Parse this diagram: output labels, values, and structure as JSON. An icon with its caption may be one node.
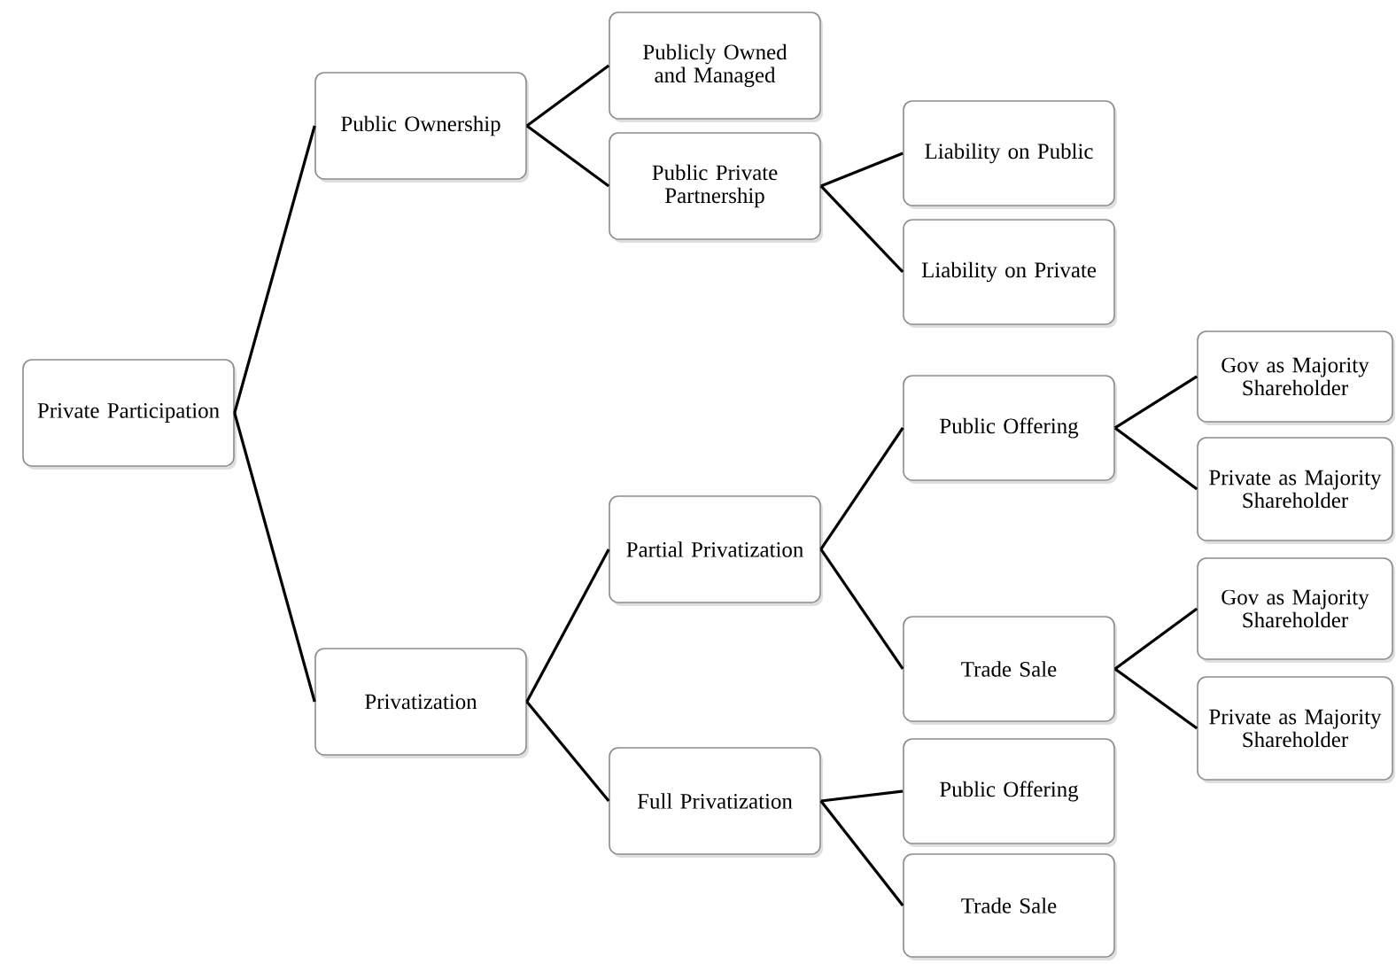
{
  "diagram": {
    "nodes": [
      {
        "text": [
          "Private Participation"
        ]
      },
      {
        "text": [
          "Public Ownership"
        ]
      },
      {
        "text": [
          "Publicly Owned and Managed"
        ]
      },
      {
        "text": [
          "Public Private Partnership"
        ]
      },
      {
        "text": [
          "Liability on Public"
        ]
      },
      {
        "text": [
          "Liability on Private"
        ]
      },
      {
        "text": [
          "Privatization"
        ]
      },
      {
        "text": [
          "Partial Privatization"
        ]
      },
      {
        "text": [
          "Public Offering"
        ]
      },
      {
        "text": [
          "Gov as Majority Shareholder"
        ]
      },
      {
        "text": [
          "Private as Majority Shareholder"
        ]
      },
      {
        "text": [
          "Trade Sale"
        ]
      },
      {
        "text": [
          "Gov as Majority Shareholder"
        ]
      },
      {
        "text": [
          "Private as Majority Shareholder"
        ]
      },
      {
        "text": [
          "Full Privatization"
        ]
      },
      {
        "text": [
          "Public Offering"
        ]
      },
      {
        "text": [
          "Trade Sale"
        ]
      }
    ],
    "edges": [
      {
        "from": 0,
        "to": 1,
        "arrow": "none"
      },
      {
        "from": 0,
        "to": 6,
        "arrow": "none"
      },
      {
        "from": 1,
        "to": 2,
        "arrow": "none"
      },
      {
        "from": 1,
        "to": 3,
        "arrow": "none"
      },
      {
        "from": 3,
        "to": 4,
        "arrow": "none"
      },
      {
        "from": 3,
        "to": 5,
        "arrow": "none"
      },
      {
        "from": 6,
        "to": 7,
        "arrow": "none"
      },
      {
        "from": 6,
        "to": 14,
        "arrow": "none"
      },
      {
        "from": 7,
        "to": 8,
        "arrow": "none"
      },
      {
        "from": 7,
        "to": 11,
        "arrow": "none"
      },
      {
        "from": 8,
        "to": 9,
        "arrow": "none"
      },
      {
        "from": 8,
        "to": 10,
        "arrow": "none"
      },
      {
        "from": 11,
        "to": 12,
        "arrow": "none"
      },
      {
        "from": 11,
        "to": 13,
        "arrow": "none"
      },
      {
        "from": 14,
        "to": 15,
        "arrow": "none"
      },
      {
        "from": 14,
        "to": 16,
        "arrow": "none"
      }
    ]
  }
}
